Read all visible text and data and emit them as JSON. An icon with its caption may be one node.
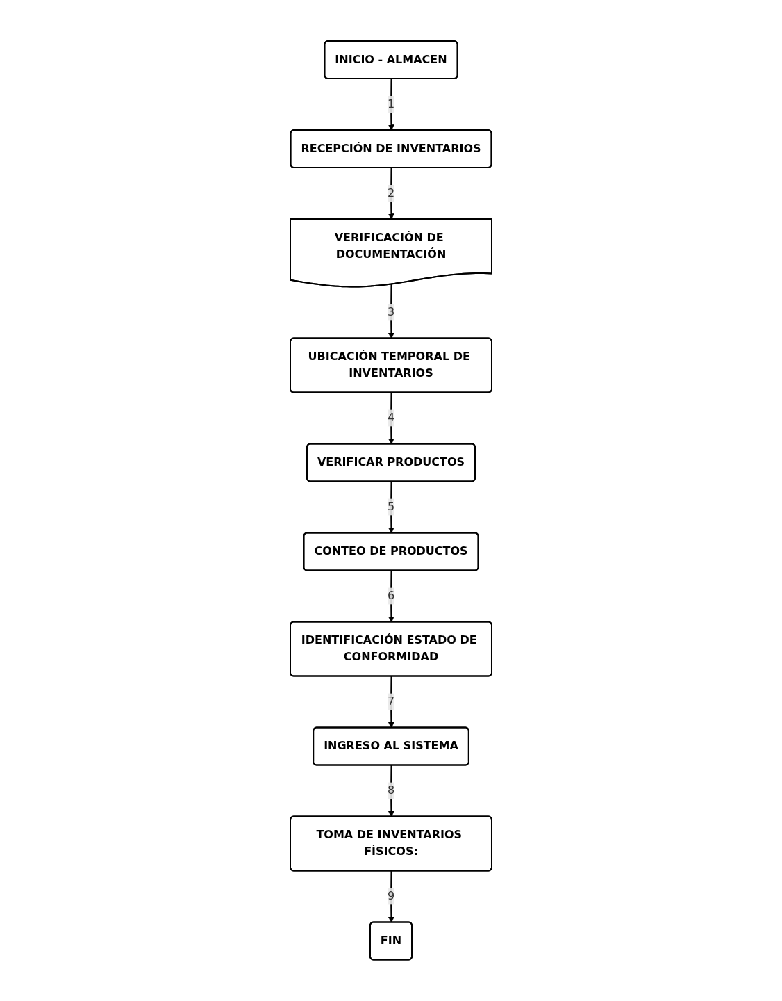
{
  "diagram": {
    "nodes": [
      {
        "text": [
          "INICIO - ALMACEN"
        ]
      },
      {
        "text": [
          "RECEPCIÓN DE INVENTARIOS"
        ]
      },
      {
        "text": [
          "VERIFICACIÓN DE DOCUMENTACIÓN"
        ]
      },
      {
        "text": [
          "UBICACIÓN TEMPORAL DE INVENTARIOS"
        ]
      },
      {
        "text": [
          "VERIFICAR PRODUCTOS"
        ]
      },
      {
        "text": [
          "CONTEO DE PRODUCTOS"
        ]
      },
      {
        "text": [
          "IDENTIFICACIÓN ESTADO DE CONFORMIDAD"
        ]
      },
      {
        "text": [
          "INGRESO AL SISTEMA"
        ]
      },
      {
        "text": [
          "TOMA DE INVENTARIOS FÍSICOS:"
        ]
      },
      {
        "text": [
          "FIN"
        ]
      }
    ],
    "edges": [
      {
        "from": 0,
        "to": 1,
        "arrow": "to",
        "label": "1"
      },
      {
        "from": 1,
        "to": 2,
        "arrow": "to",
        "label": "2"
      },
      {
        "from": 2,
        "to": 3,
        "arrow": "to",
        "label": "3"
      },
      {
        "from": 3,
        "to": 4,
        "arrow": "to",
        "label": "4"
      },
      {
        "from": 4,
        "to": 5,
        "arrow": "to",
        "label": "5"
      },
      {
        "from": 5,
        "to": 6,
        "arrow": "to",
        "label": "6"
      },
      {
        "from": 6,
        "to": 7,
        "arrow": "to",
        "label": "7"
      },
      {
        "from": 7,
        "to": 8,
        "arrow": "to",
        "label": "8"
      },
      {
        "from": 8,
        "to": 9,
        "arrow": "to",
        "label": "9"
      }
    ]
  }
}
